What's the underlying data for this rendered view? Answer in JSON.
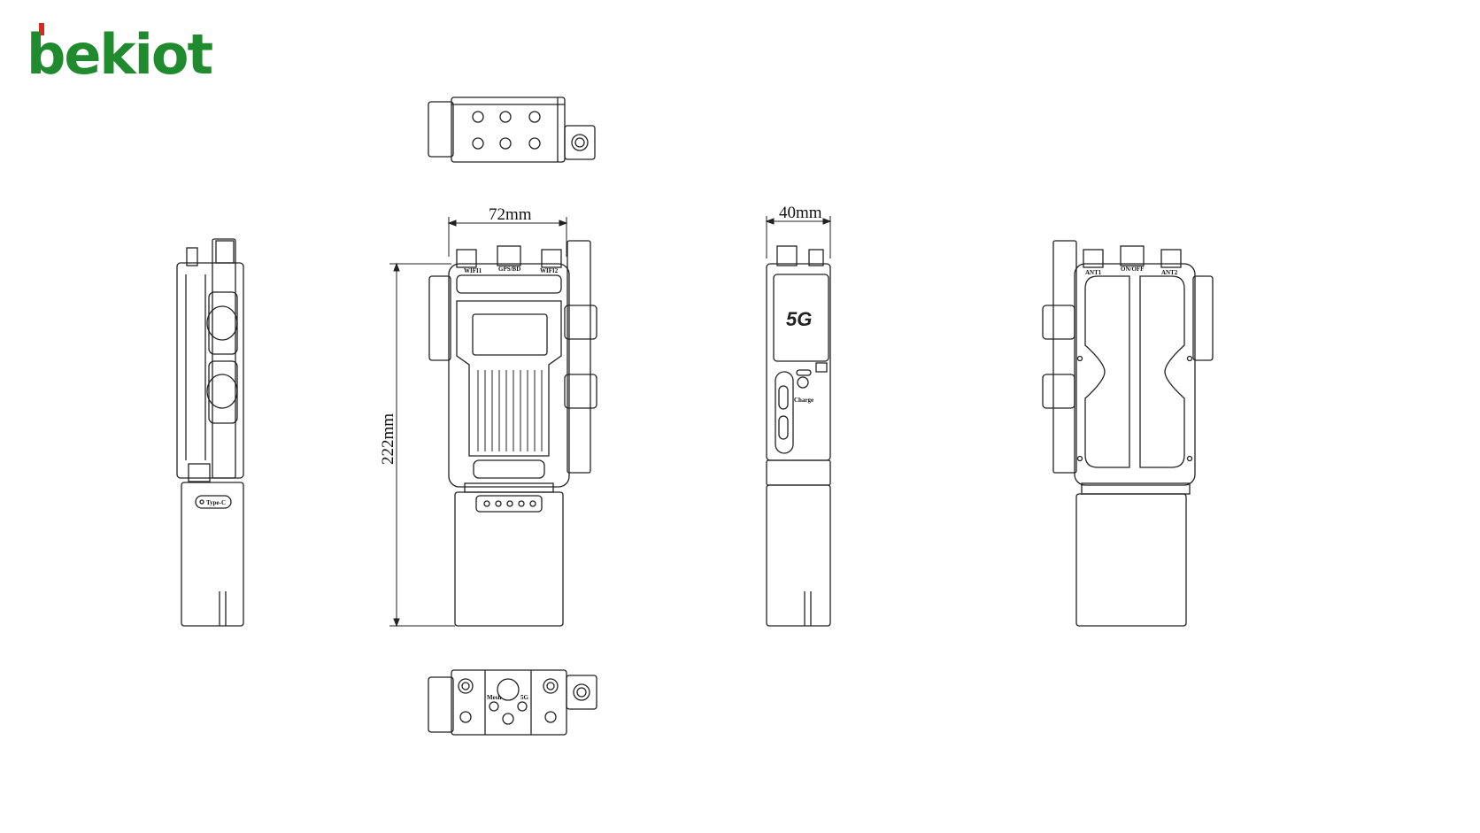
{
  "brand": {
    "name": "bekiot",
    "color": "#1f8a2e",
    "accent": "#d52b1e"
  },
  "dimensions": {
    "width": "72mm",
    "depth": "40mm",
    "height": "222mm"
  },
  "labels": {
    "type_c": "Type-C",
    "badge_5g": "5G",
    "wifi1": "WIFI1",
    "gps_bd": "GPS/BD",
    "wifi2": "WIFI2",
    "ant1": "ANT1",
    "on_off": "ON/OFF",
    "ant2": "ANT2",
    "charge": "Charge",
    "mesh": "Mesh",
    "port_5g": "5G"
  }
}
